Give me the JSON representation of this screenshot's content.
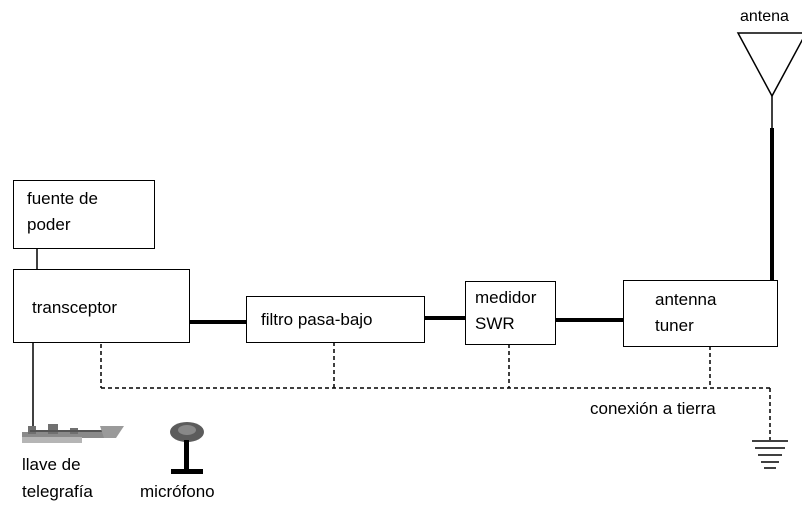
{
  "blocks": {
    "power_supply": [
      "fuente de",
      "poder"
    ],
    "transceiver": "transceptor",
    "low_pass_filter": "filtro pasa-bajo",
    "swr_meter": [
      "medidor",
      "SWR"
    ],
    "antenna_tuner": [
      "antenna",
      "tuner"
    ]
  },
  "labels": {
    "antenna": "antena",
    "ground": "conexión a tierra",
    "telegraph_key": [
      "llave de",
      "telegrafía"
    ],
    "microphone": "micrófono"
  }
}
